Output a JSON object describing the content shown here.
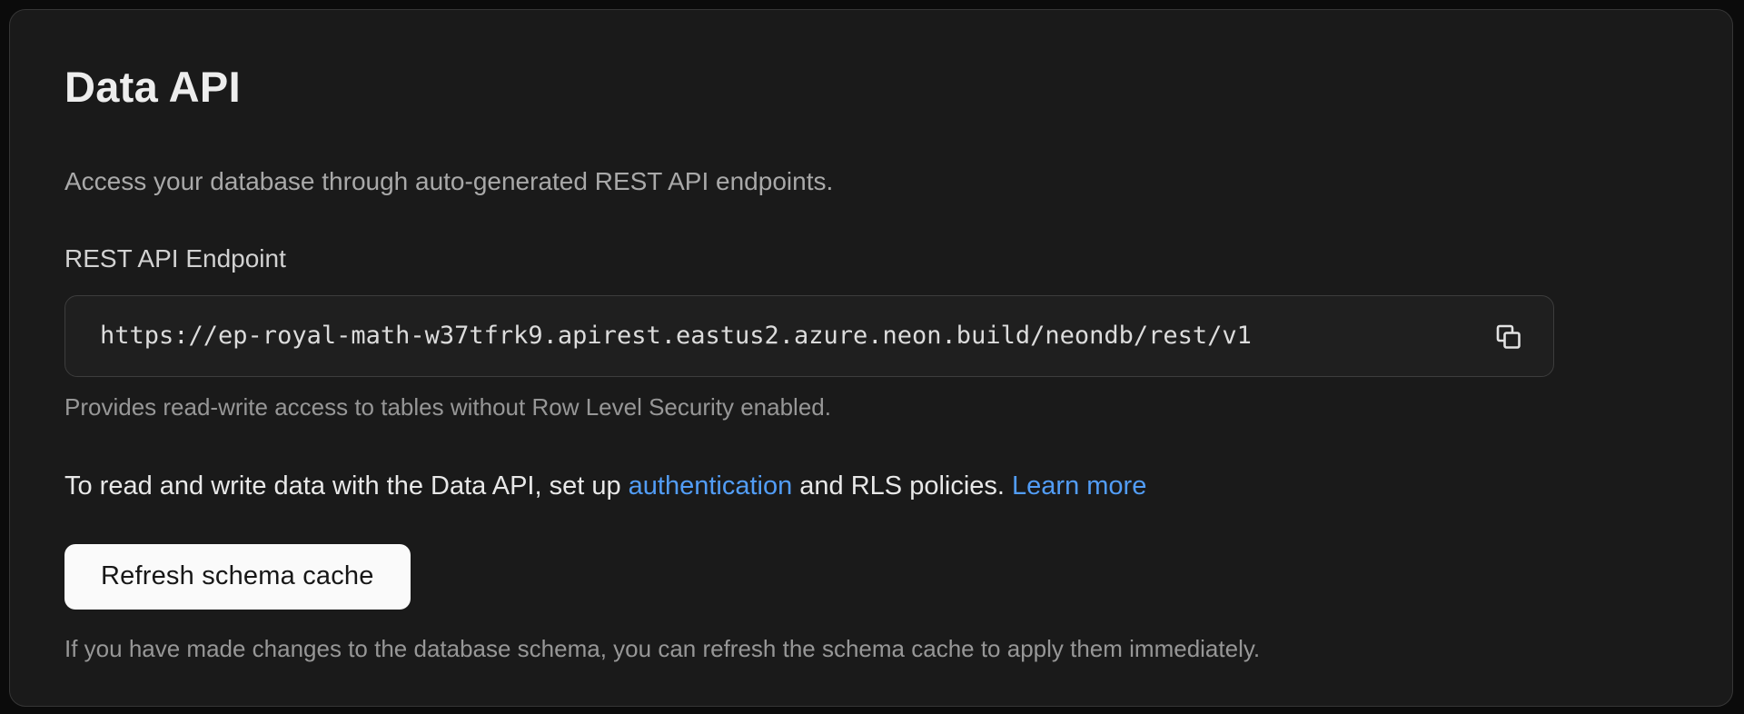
{
  "panel": {
    "title": "Data API",
    "description": "Access your database through auto-generated REST API endpoints.",
    "endpoint": {
      "label": "REST API Endpoint",
      "url": "https://ep-royal-math-w37tfrk9.apirest.eastus2.azure.neon.build/neondb/rest/v1",
      "copy_icon": "copy-icon",
      "helper": "Provides read-write access to tables without Row Level Security enabled."
    },
    "rls_note": {
      "text_before": "To read and write data with the Data API, set up ",
      "auth_link": "authentication",
      "text_middle": " and RLS policies. ",
      "learn_more_link": "Learn more"
    },
    "refresh": {
      "button_label": "Refresh schema cache",
      "helper": "If you have made changes to the database schema, you can refresh the schema cache to apply them immediately."
    },
    "colors": {
      "page_bg": "#0b0b0b",
      "panel_bg": "#1a1a1a",
      "panel_border": "#363636",
      "field_bg": "#1f1f1f",
      "field_border": "#3d3d3d",
      "link_blue": "#529df6",
      "button_bg": "#fafafa",
      "button_text": "#171717",
      "title_text": "#ededed",
      "muted_text": "#979797"
    }
  }
}
